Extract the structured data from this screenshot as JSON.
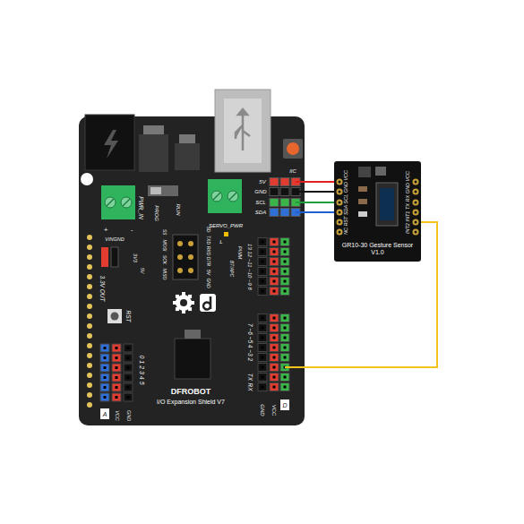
{
  "diagram": {
    "nodes": [
      {
        "text": [
          "DFROBOT",
          "I/O Expansion Shield V7"
        ]
      },
      {
        "text": [
          "GR10-30 Gesture Sensor V1.0"
        ]
      }
    ],
    "edges": [
      {
        "from": 0,
        "to": 1,
        "arrow": "none"
      },
      {
        "from": 0,
        "to": 1,
        "arrow": "none"
      },
      {
        "from": 0,
        "to": 1,
        "arrow": "none"
      },
      {
        "from": 0,
        "to": 1,
        "arrow": "none"
      },
      {
        "from": 0,
        "to": 1,
        "arrow": "none"
      }
    ],
    "labels": [
      "IIC",
      "5V",
      "GND",
      "SCL",
      "SDA",
      "PWR_IN",
      "+",
      "-",
      "PROG",
      "RUN",
      "SERVO_PWR",
      "VINGND",
      "3V3",
      "5V",
      "3.3V OUT",
      "RST",
      "0 1 2 3 4 5",
      "A",
      "VCC",
      "GND",
      "SS",
      "MOSI",
      "SCK",
      "MISO",
      "SD",
      "TXD",
      "RXD",
      "DTR",
      "5V",
      "GND",
      "L",
      "BT/APC",
      "PWM",
      "13 12 ~11 ~10 ~9 8",
      "7 ~6 ~5 4 ~3 2",
      "TX",
      "RX",
      "GND",
      "VCC",
      "D",
      "NC RST SDA SCL GND VCC",
      "INT2 INT1 TX RX GND VCC"
    ]
  }
}
